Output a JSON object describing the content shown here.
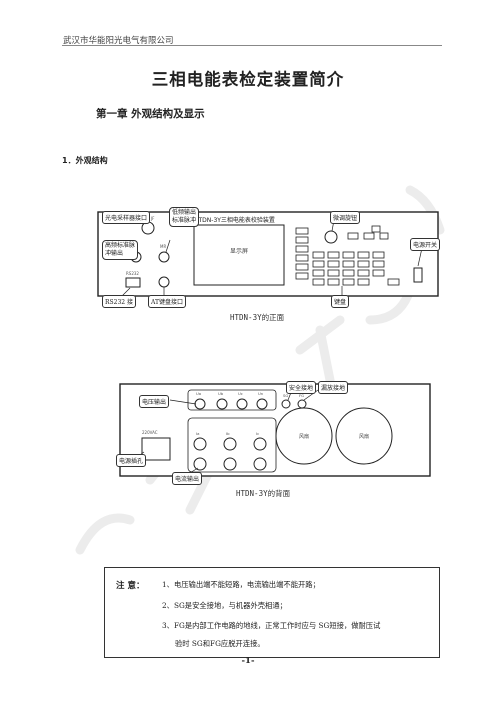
{
  "header": {
    "company": "武汉市华能阳光电气有限公司"
  },
  "title": "三相电能表检定装置简介",
  "chapter": "第一章  外观结构及显示",
  "section": "1．外观结构",
  "front": {
    "callouts": {
      "photo": "光电采样器接口",
      "hf": "高频标准脉冲输出",
      "lf": "低频输出标准脉冲",
      "knob": "微调旋钮",
      "power": "电源开关",
      "rs232": "RS232 接",
      "kbport": "AT键盘接口",
      "keyboard": "键盘"
    },
    "panel_title": "HTDN-3Y三相电能表校验装置",
    "screen": "显示屏",
    "small": {
      "jf": "JF",
      "rs232": "RS232",
      "mr": "MR",
      "hf": "HF"
    },
    "caption": "HTDN-3Y的正面"
  },
  "back": {
    "callouts": {
      "volt": "电压输出",
      "safe": "安全接地",
      "ground": "漏放接地",
      "power_in": "电源插孔",
      "current": "电流输出"
    },
    "terms_v": [
      "Ua",
      "Ub",
      "Uc",
      "Un"
    ],
    "terms_i": [
      "Ia",
      "Ib",
      "Ic"
    ],
    "sg": "SG",
    "fg": "FG",
    "vac": "220VAC",
    "fan": "风扇",
    "caption": "HTDN-3Y的背面"
  },
  "note": {
    "label": "注  意：",
    "lines": [
      "1、电压输出端不能短路，电流输出端不能开路；",
      "2、SG是安全接地，与机器外壳相通；",
      "3、FG是内部工作电路的地线，正常工作时应与 SG短接，做耐压试",
      "验时 SG和FG应脱开连接。"
    ]
  },
  "page_number": "-1-"
}
